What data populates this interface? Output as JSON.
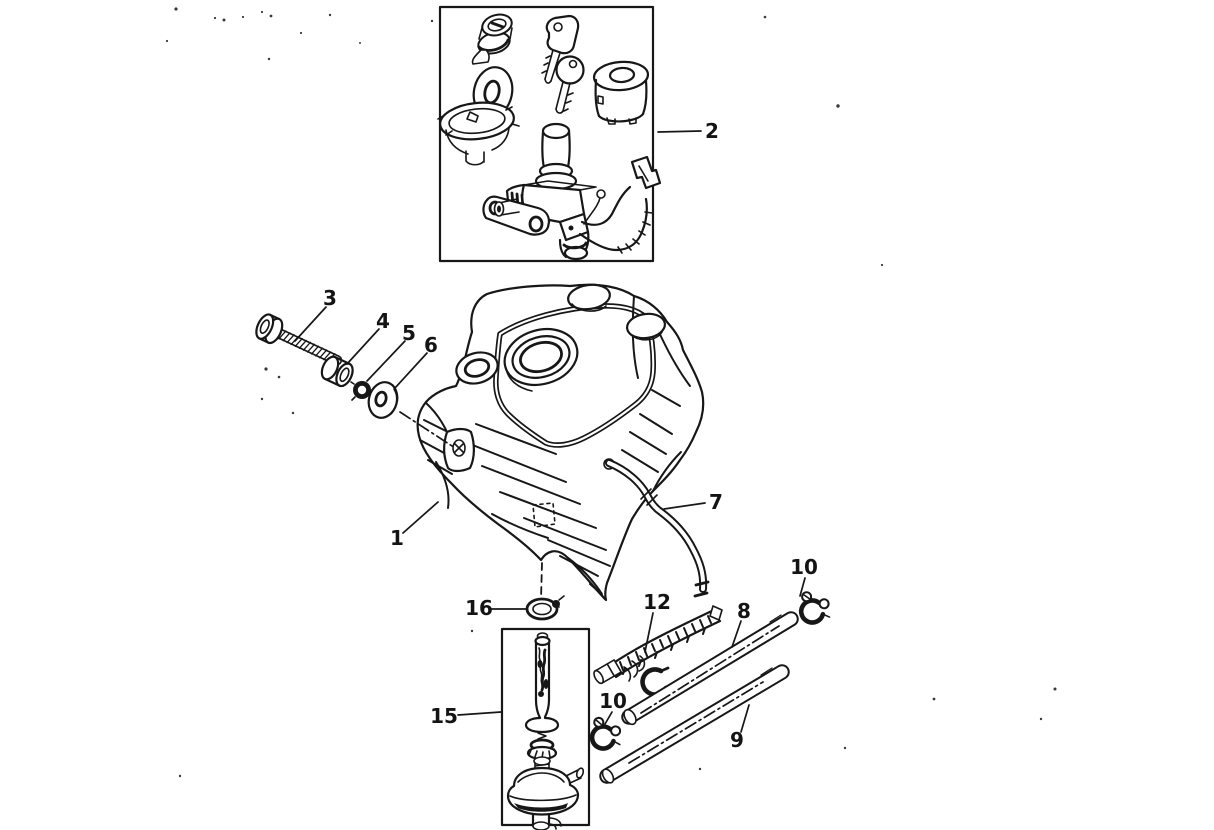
{
  "diagram": {
    "background_color": "#ffffff",
    "line_color": "#171717",
    "callouts": {
      "c1": "1",
      "c2": "2",
      "c3": "3",
      "c4": "4",
      "c5": "5",
      "c6": "6",
      "c7": "7",
      "c8": "8",
      "c9": "9",
      "c10a": "10",
      "c10b": "10",
      "c12": "12",
      "c15": "15",
      "c16": "16"
    }
  }
}
